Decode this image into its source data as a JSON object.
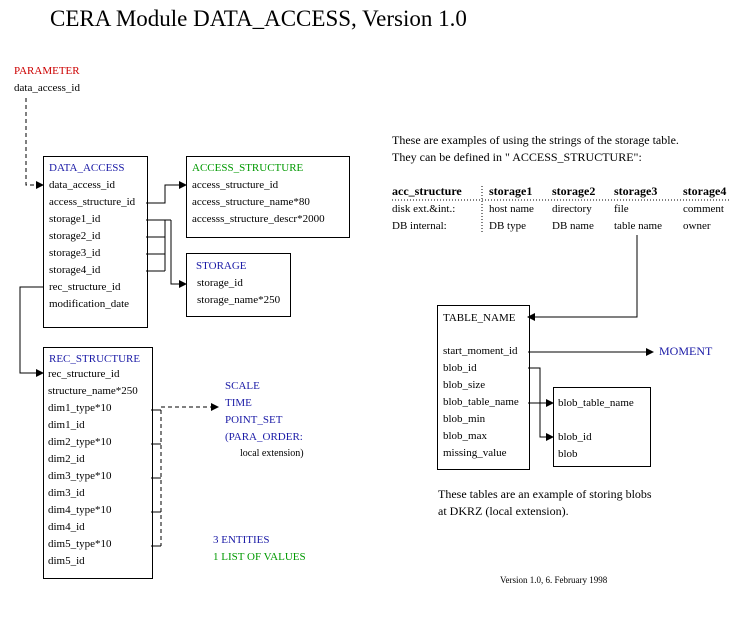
{
  "title": "CERA Module DATA_ACCESS, Version 1.0",
  "parameter": {
    "header": "PARAMETER",
    "field": "data_access_id"
  },
  "data_access": {
    "header": "DATA_ACCESS",
    "fields": [
      "data_access_id",
      "access_structure_id",
      "storage1_id",
      "storage2_id",
      "storage3_id",
      "storage4_id",
      "rec_structure_id",
      "modification_date"
    ]
  },
  "access_structure": {
    "header": "ACCESS_STRUCTURE",
    "fields": [
      "access_structure_id",
      "access_structure_name*80",
      "accesss_structure_descr*2000"
    ]
  },
  "storage": {
    "header": "STORAGE",
    "fields": [
      "storage_id",
      "storage_name*250"
    ]
  },
  "rec_structure": {
    "header": "REC_STRUCTURE",
    "fields": [
      "rec_structure_id",
      "structure_name*250",
      "dim1_type*10",
      "dim1_id",
      "dim2_type*10",
      "dim2_id",
      "dim3_type*10",
      "dim3_id",
      "dim4_type*10",
      "dim4_id",
      "dim5_type*10",
      "dim5_id"
    ]
  },
  "dim_types": [
    "SCALE",
    "TIME",
    "POINT_SET",
    "(PARA_ORDER:",
    "local extension)"
  ],
  "entities_note": [
    "3 ENTITIES",
    "1 LIST OF VALUES"
  ],
  "storage_note": [
    "These are examples of using the strings of the storage table.",
    "They can be defined in \" ACCESS_STRUCTURE\":"
  ],
  "storage_table": {
    "headers": [
      "acc_structure",
      "storage1",
      "storage2",
      "storage3",
      "storage4"
    ],
    "rows": [
      [
        "disk ext.&int.:",
        "host name",
        "directory",
        "file",
        "comment"
      ],
      [
        "DB internal:",
        "DB type",
        "DB name",
        "table name",
        "owner"
      ]
    ]
  },
  "table_name": {
    "header": "TABLE_NAME",
    "fields": [
      "start_moment_id",
      "blob_id",
      "blob_size",
      "blob_table_name",
      "blob_min",
      "blob_max",
      "missing_value"
    ]
  },
  "moment": "MOMENT",
  "blob_table": {
    "header": "blob_table_name",
    "fields": [
      "blob_id",
      "blob"
    ]
  },
  "blob_note": [
    "These tables are an example of storing blobs",
    "at DKRZ  (local extension)."
  ],
  "version": "Version 1.0,  6. February 1998"
}
